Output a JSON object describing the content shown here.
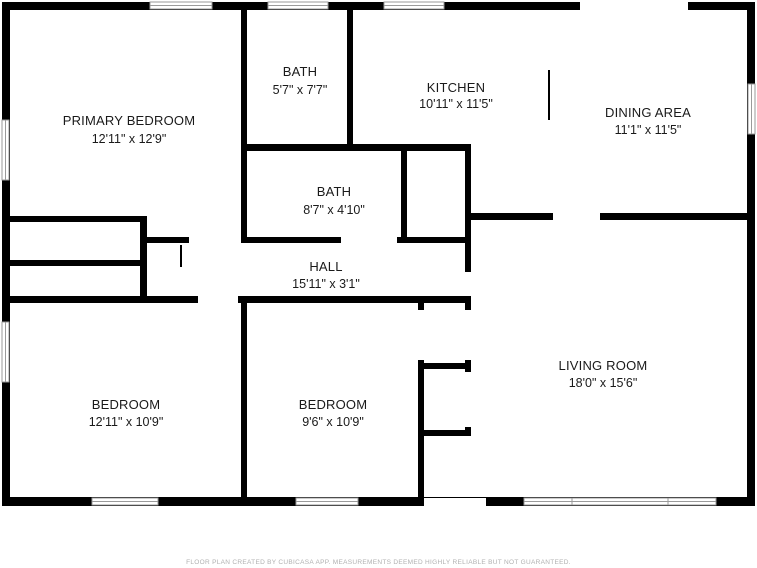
{
  "rooms": {
    "primary_bedroom": {
      "name": "PRIMARY BEDROOM",
      "dims": "12'11\" x 12'9\""
    },
    "bath1": {
      "name": "BATH",
      "dims": "5'7\" x 7'7\""
    },
    "kitchen": {
      "name": "KITCHEN",
      "dims": "10'11\" x 11'5\""
    },
    "dining": {
      "name": "DINING AREA",
      "dims": "11'1\" x 11'5\""
    },
    "bath2": {
      "name": "BATH",
      "dims": "8'7\" x 4'10\""
    },
    "hall": {
      "name": "HALL",
      "dims": "15'11\" x 3'1\""
    },
    "bedroom1": {
      "name": "BEDROOM",
      "dims": "12'11\" x 10'9\""
    },
    "bedroom2": {
      "name": "BEDROOM",
      "dims": "9'6\" x 10'9\""
    },
    "living": {
      "name": "LIVING ROOM",
      "dims": "18'0\" x 15'6\""
    }
  },
  "footer": "FLOOR PLAN CREATED BY CUBICASA APP. MEASUREMENTS DEEMED HIGHLY RELIABLE BUT NOT GUARANTEED.",
  "colors": {
    "wall": "#000000",
    "window": "#9a9a9a",
    "text": "#1a1a1a",
    "footer": "#b0b0b0"
  }
}
